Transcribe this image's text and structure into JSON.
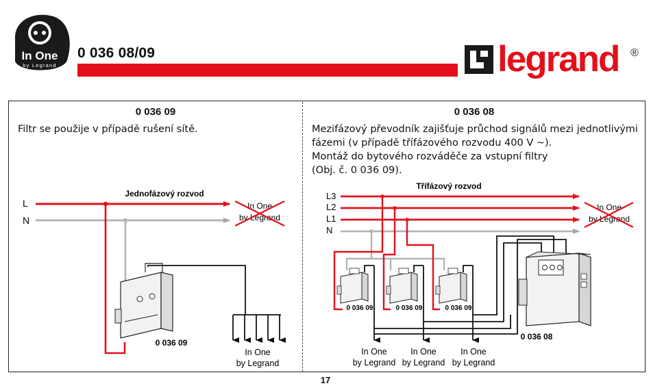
{
  "header": {
    "badge_line1": "In One",
    "badge_line2": "by Legrand",
    "model_code": "0 036 08/09",
    "brand_name": "legrand",
    "registered_mark": "®"
  },
  "left_section": {
    "code": "0 036 09",
    "description": "Filtr se použije v případě rušení sítě.",
    "diagram_title": "Jednofázový rozvod",
    "line_labels": [
      "L",
      "N"
    ],
    "device_label": "0 036 09",
    "crossed_target": [
      "In One",
      "by Legrand"
    ],
    "output_target": [
      "In One",
      "by Legrand"
    ]
  },
  "right_section": {
    "code": "0 036 08",
    "description_lines": [
      "Mezifázový převodník zajišťuje průchod signálů mezi jednotlivými",
      "fázemi (v případě třífázového rozvodu 400 V ~).",
      "Montáž do bytového rozváděče za vstupní filtry",
      "(Obj. č. 0 036 09)."
    ],
    "diagram_title": "Třífázový rozvod",
    "line_labels": [
      "L3",
      "L2",
      "L1",
      "N"
    ],
    "filter_labels": [
      "0 036 09",
      "0 036 09",
      "0 036 09"
    ],
    "converter_label": "0 036 08",
    "crossed_target": [
      "In One",
      "by Legrand"
    ],
    "output_targets": [
      [
        "In One",
        "by Legrand"
      ],
      [
        "In One",
        "by Legrand"
      ],
      [
        "In One",
        "by Legrand"
      ]
    ]
  },
  "page_number": "17",
  "colors": {
    "accent_red": "#e3101b",
    "neutral_line": "#b4b4b4",
    "wire": "#111111"
  }
}
